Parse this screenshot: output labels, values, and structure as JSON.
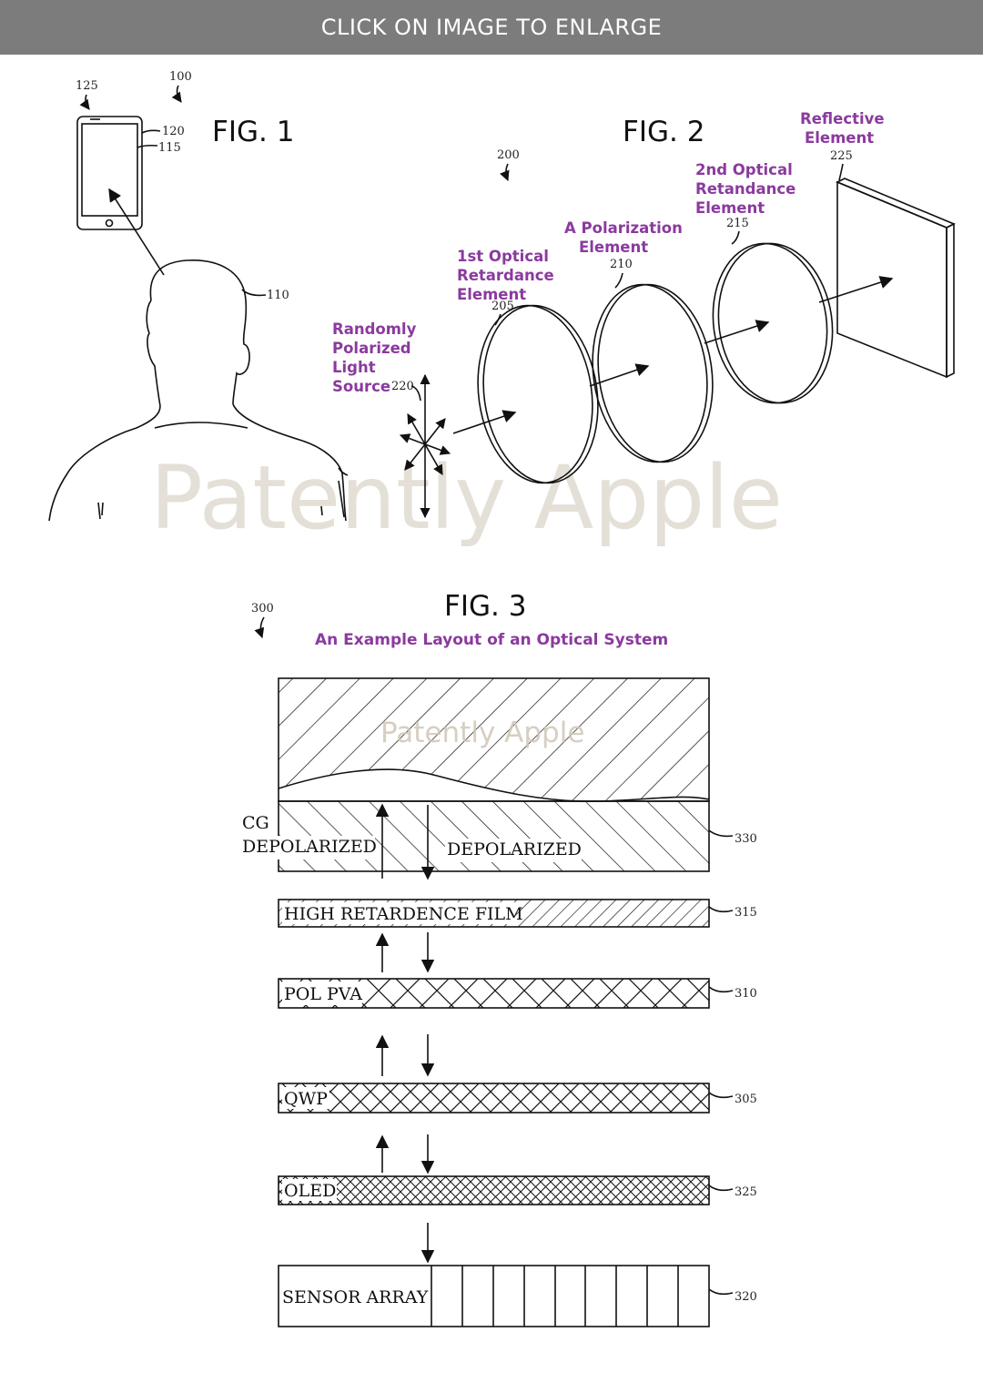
{
  "banner": {
    "text": "CLICK ON IMAGE TO ENLARGE"
  },
  "watermark": {
    "large": "Patently Apple",
    "small": "Patently Apple"
  },
  "fig1": {
    "title": "FIG. 1",
    "refs": {
      "r125": "125",
      "r100": "100",
      "r120": "120",
      "r115": "115",
      "r110": "110"
    }
  },
  "fig2": {
    "title": "FIG. 2",
    "ref_main": "200",
    "source": {
      "lines": [
        "Randomly",
        "Polarized",
        "Light",
        "Source"
      ],
      "ref": "220"
    },
    "first_retardance": {
      "lines": [
        "1st Optical",
        "Retardance",
        "Element"
      ],
      "ref": "205"
    },
    "polarization": {
      "lines": [
        "A Polarization",
        "Element"
      ],
      "ref": "210"
    },
    "second_retardance": {
      "lines": [
        "2nd Optical",
        "Retandance",
        "Element"
      ],
      "ref": "215"
    },
    "reflective": {
      "lines": [
        "Reflective",
        "Element"
      ],
      "ref": "225"
    }
  },
  "fig3": {
    "title": "FIG. 3",
    "ref_main": "300",
    "subtitle": "An Example Layout of an Optical System",
    "layers": {
      "cg_label": "CG",
      "depolarized_left": "DEPOLARIZED",
      "depolarized_right": "DEPOLARIZED",
      "cg_ref": "330",
      "high_retardence": "HIGH RETARDENCE FILM",
      "high_retardence_ref": "315",
      "pol_pva": "POL PVA",
      "pol_pva_ref": "310",
      "qwp": "QWP",
      "qwp_ref": "305",
      "oled": "OLED",
      "oled_ref": "325",
      "sensor_array": "SENSOR ARRAY",
      "sensor_array_ref": "320"
    }
  }
}
